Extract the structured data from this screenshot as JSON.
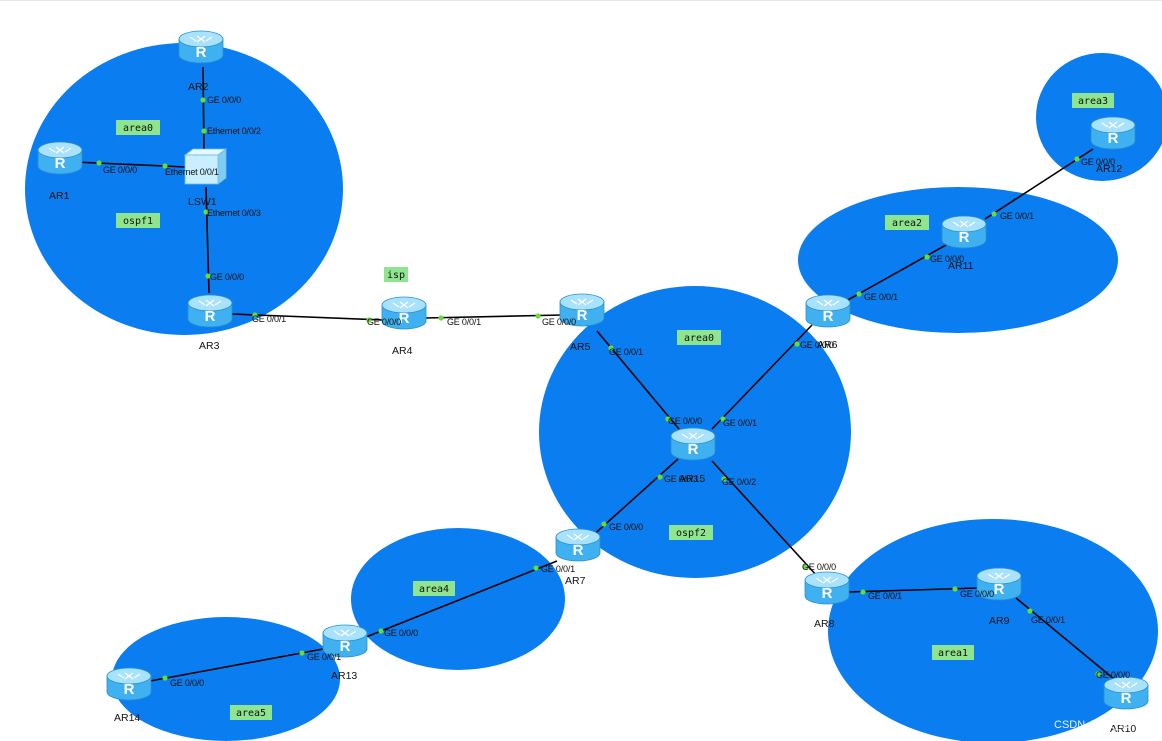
{
  "colors": {
    "zone": "#0a7ef0",
    "tag_bg": "#8fe58f",
    "router_body": "#3fb0f0",
    "router_top": "#a8e2ff",
    "port_dot": "#66dd33"
  },
  "icons": {
    "router": "router-icon",
    "switch": "switch-icon"
  },
  "area_tags": {
    "area0_left": "area0",
    "ospf1": "ospf1",
    "isp": "isp",
    "area0_center": "area0",
    "ospf2": "ospf2",
    "area2": "area2",
    "area3": "area3",
    "area4": "area4",
    "area5": "area5",
    "area1": "area1"
  },
  "devices": {
    "ar1": "AR1",
    "ar2": "AR2",
    "ar3": "AR3",
    "ar4": "AR4",
    "ar5": "AR5",
    "ar6": "AR6",
    "ar7": "AR7",
    "ar8": "AR8",
    "ar9": "AR9",
    "ar10": "AR10",
    "ar11": "AR11",
    "ar12": "AR12",
    "ar13": "AR13",
    "ar14": "AR14",
    "ar15": "AR15",
    "lsw1": "LSW1"
  },
  "ports": {
    "ar2_ge000": "GE 0/0/0",
    "lsw1_eth002": "Ethernet 0/0/2",
    "ar1_ge000": "GE 0/0/0",
    "lsw1_eth001": "Ethernet 0/0/1",
    "lsw1_eth003": "Ethernet 0/0/3",
    "ar3_ge000": "GE 0/0/0",
    "ar3_ge001": "GE 0/0/1",
    "ar4_ge000": "GE 0/0/0",
    "ar4_ge001": "GE 0/0/1",
    "ar5_ge000": "GE 0/0/0",
    "ar5_ge001": "GE 0/0/1",
    "ar15_ge000": "GE 0/0/0",
    "ar15_ge001": "GE 0/0/1",
    "ar15_ge002": "GE 0/0/2",
    "ar15_ge003": "GE 0/0/3",
    "ar6_ge000": "GE 0/0/0",
    "ar6_ge001": "GE 0/0/1",
    "ar11_ge000": "GE 0/0/0",
    "ar11_ge001": "GE 0/0/1",
    "ar12_ge000": "GE 0/0/0",
    "ar7_ge000": "GE 0/0/0",
    "ar7_ge001": "GE 0/0/1",
    "ar13_ge000": "GE 0/0/0",
    "ar13_ge001": "GE 0/0/1",
    "ar14_ge000": "GE 0/0/0",
    "ar8_ge000": "GE 0/0/0",
    "ar8_ge001": "GE 0/0/1",
    "ar9_ge000": "GE 0/0/0",
    "ar9_ge001": "GE 0/0/1",
    "ar10_ge000": "GE 0/0/0"
  },
  "watermark": "CSDN @njit_ao"
}
